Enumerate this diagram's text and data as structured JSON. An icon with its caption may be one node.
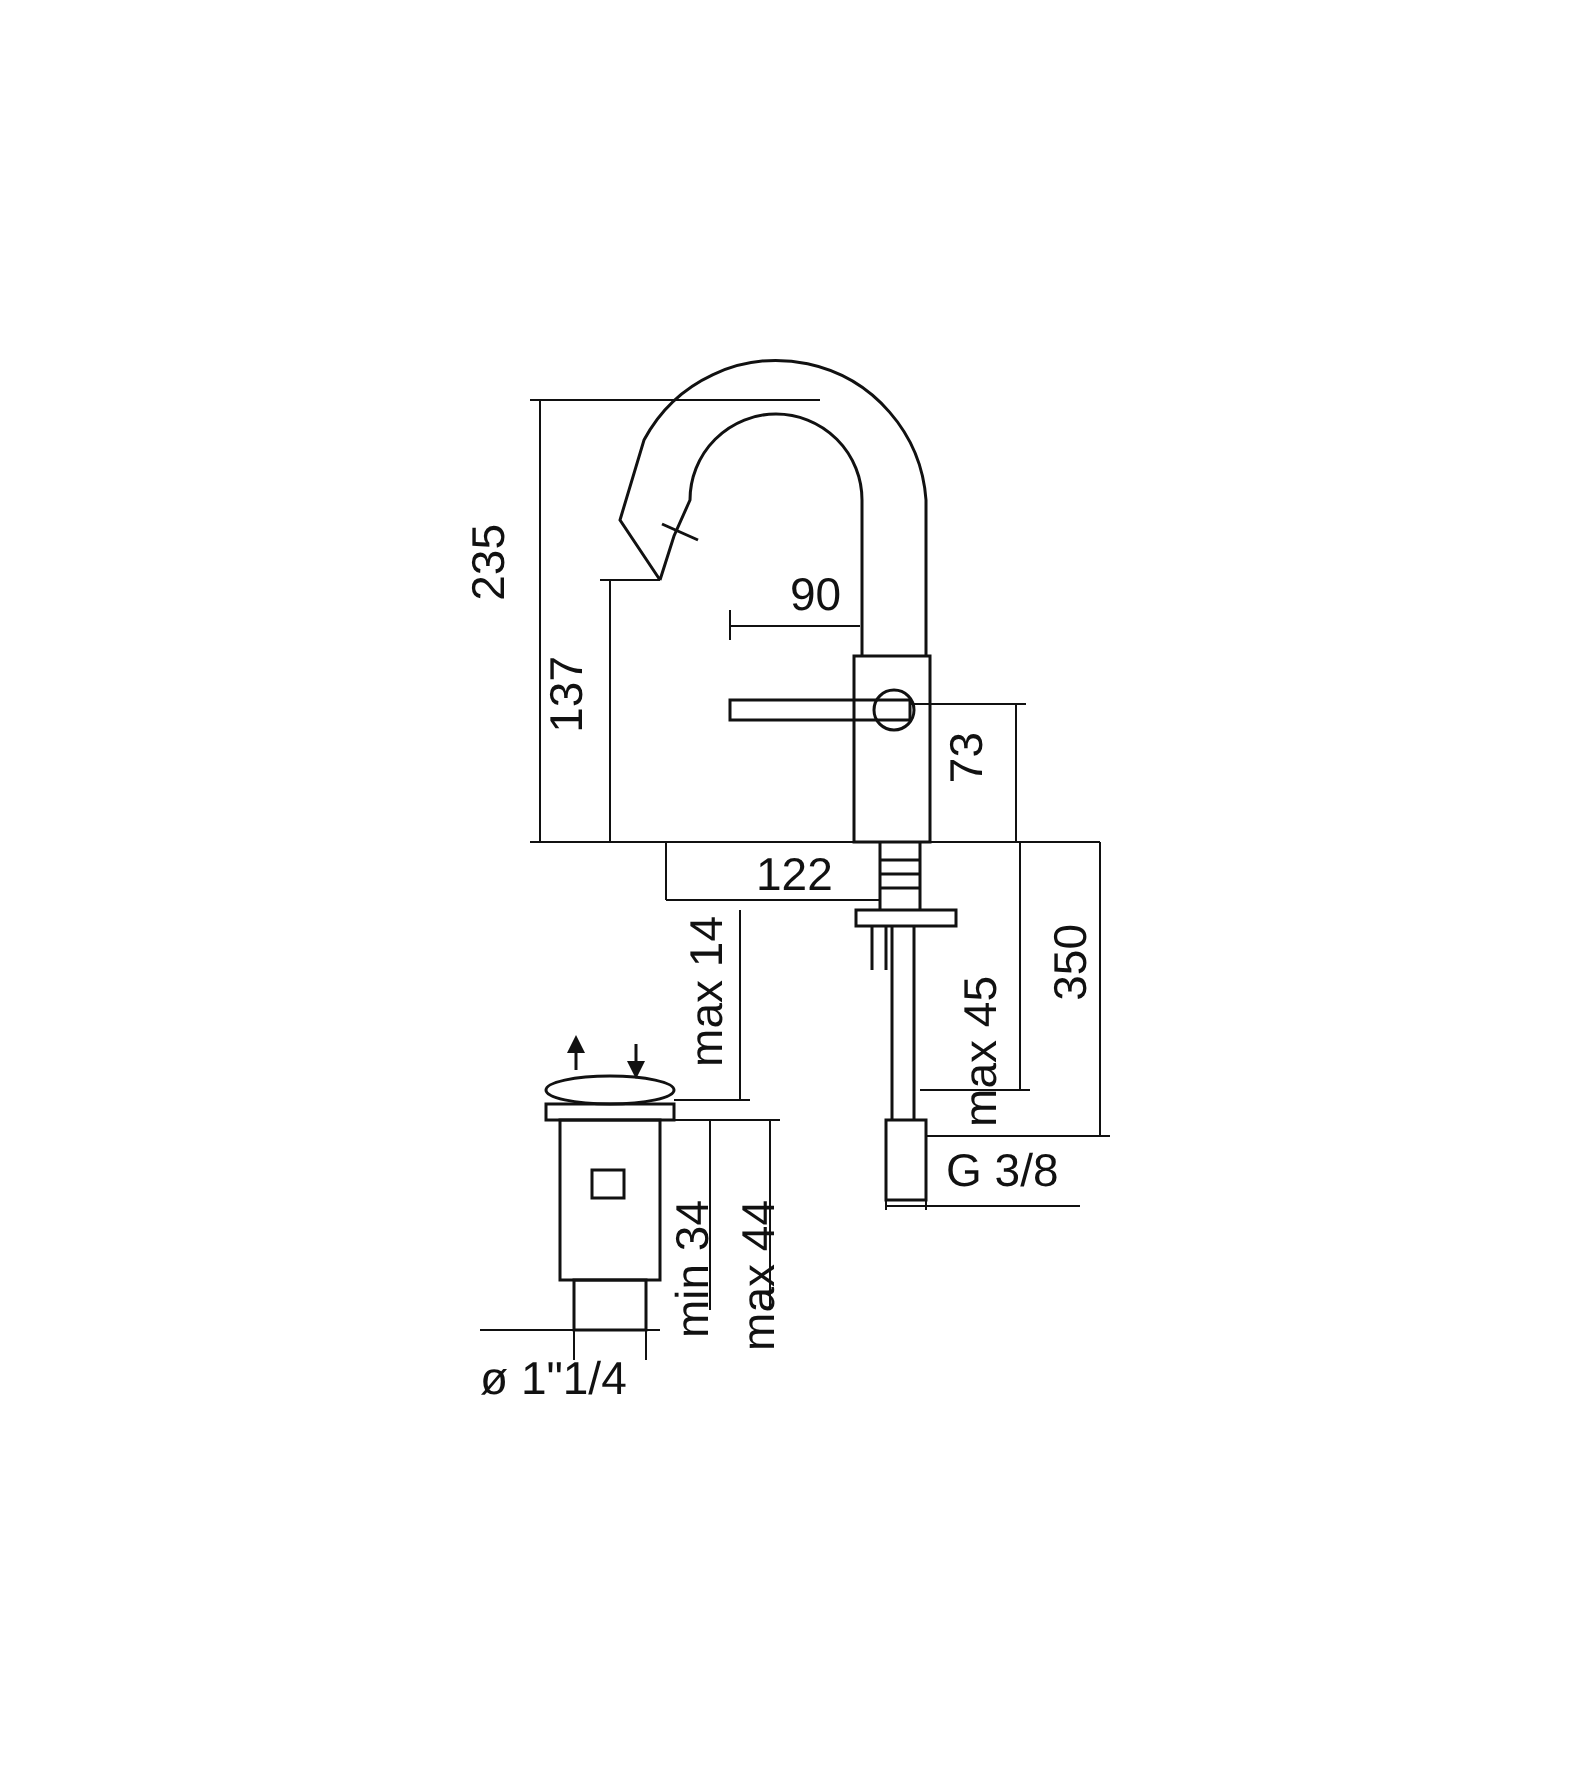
{
  "diagram": {
    "labels": [
      "235",
      "90",
      "137",
      "73",
      "122",
      "350",
      "max 45",
      "max 14",
      "G 3/8",
      "min 34",
      "max 44",
      "ø 1\"1/4"
    ]
  }
}
